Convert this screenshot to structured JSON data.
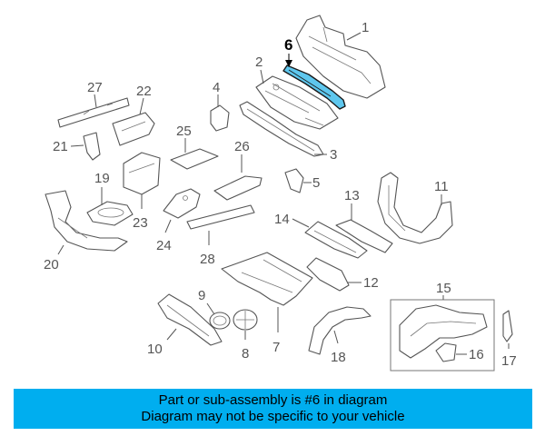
{
  "callouts": {
    "c1": "1",
    "c2": "2",
    "c3": "3",
    "c4": "4",
    "c5": "5",
    "c6": "6",
    "c7": "7",
    "c8": "8",
    "c9": "9",
    "c10": "10",
    "c11": "11",
    "c12": "12",
    "c13": "13",
    "c14": "14",
    "c15": "15",
    "c16": "16",
    "c17": "17",
    "c18": "18",
    "c19": "19",
    "c20": "20",
    "c21": "21",
    "c22": "22",
    "c23": "23",
    "c24": "24",
    "c25": "25",
    "c26": "26",
    "c27": "27",
    "c28": "28"
  },
  "banner": {
    "line1": "Part or sub-assembly is #6 in diagram",
    "line2": "Diagram may not be specific to your vehicle"
  },
  "colors": {
    "highlight": "#5ec7ee",
    "banner_bg": "#00aeef"
  }
}
